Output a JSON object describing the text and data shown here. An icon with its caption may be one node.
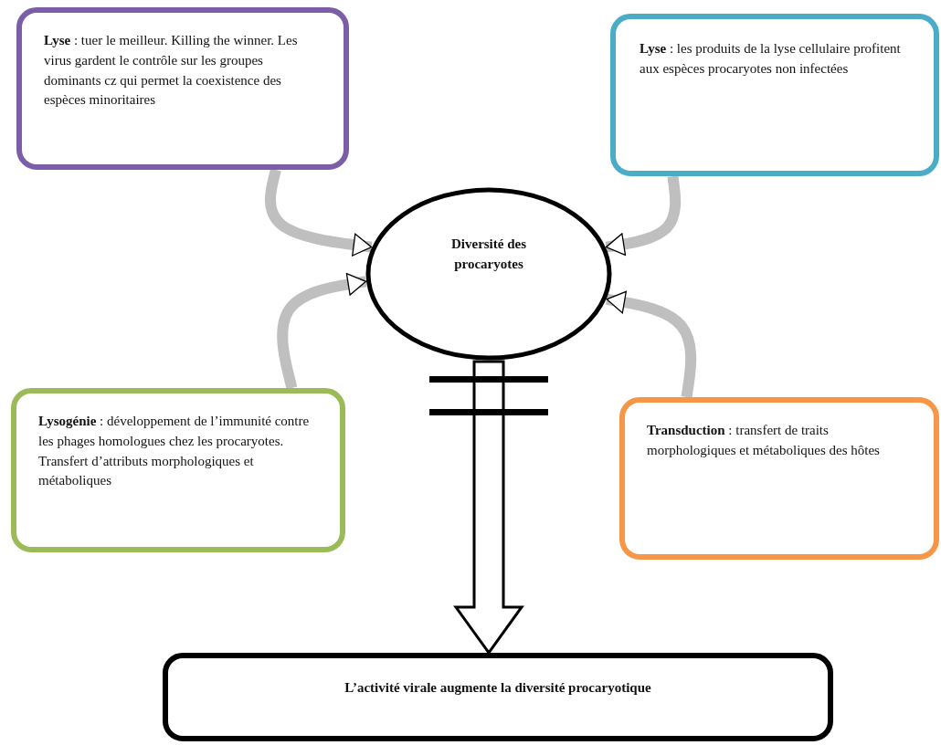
{
  "diagram": {
    "nodes": [
      {
        "text": [
          "**Lyse** : tuer le meilleur. Killing the winner. Les virus gardent le contrôle sur les groupes dominants cz qui permet la coexistence des espèces minoritaires"
        ]
      },
      {
        "text": [
          "**Lyse** : les produits de la lyse cellulaire profitent aux espèces procaryotes non infectées"
        ]
      },
      {
        "text": [
          "Diversité des procaryotes"
        ]
      },
      {
        "text": [
          "**Lysogénie** : développement de l’immunité contre les phages homologues chez les procaryotes. Transfert d’attributs morphologiques et métaboliques"
        ]
      },
      {
        "text": [
          "**Transduction** : transfert de traits morphologiques et métaboliques des hôtes"
        ]
      },
      {
        "text": [
          "L’activité virale augmente la diversité procaryotique"
        ]
      }
    ],
    "edges": [
      {
        "from": 0,
        "to": 2,
        "arrow": "to"
      },
      {
        "from": 1,
        "to": 2,
        "arrow": "to"
      },
      {
        "from": 3,
        "to": 2,
        "arrow": "to"
      },
      {
        "from": 4,
        "to": 2,
        "arrow": "to"
      },
      {
        "from": 2,
        "to": 5,
        "arrow": "to",
        "style": "thick",
        "color": "#000000"
      }
    ]
  }
}
